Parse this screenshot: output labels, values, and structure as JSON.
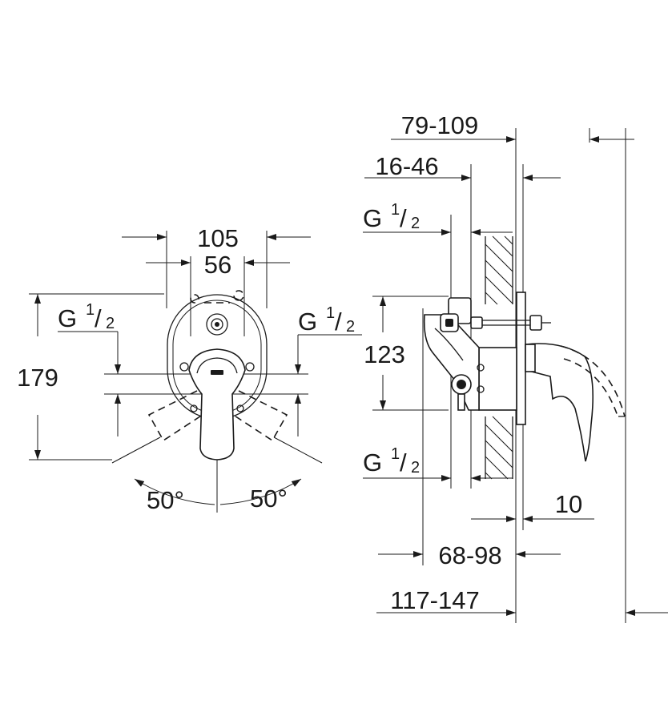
{
  "labels": {
    "front_width_outer": "105",
    "front_width_inner": "56",
    "front_height": "179",
    "angle_left": "50°",
    "angle_right": "50°",
    "thread_main": "G",
    "thread_fraction_num": "1",
    "thread_fraction_sep": "/",
    "thread_fraction_den": "2",
    "side_depth_total": "79-109",
    "side_depth_box": "16-46",
    "side_height": "123",
    "side_depth_body": "68-98",
    "side_depth_overall": "117-147",
    "side_offset": "10"
  }
}
